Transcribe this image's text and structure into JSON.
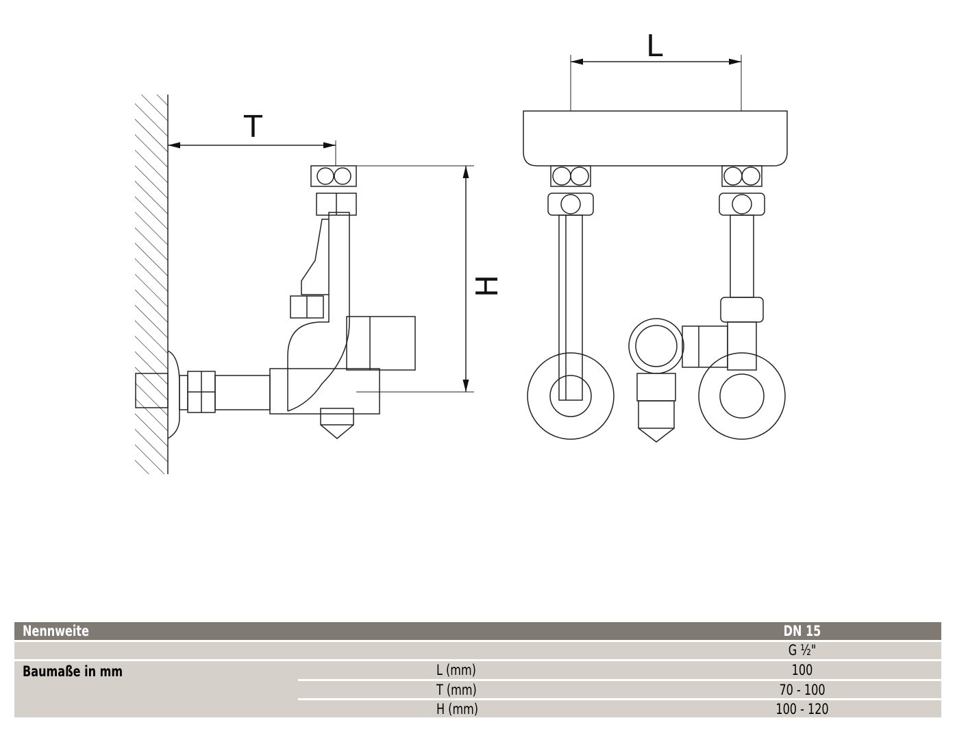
{
  "drawing": {
    "dimension_labels": {
      "T": "T",
      "H": "H",
      "L": "L"
    }
  },
  "table": {
    "header": {
      "label": "Nennweite",
      "value": "DN 15"
    },
    "thread_row": {
      "value": "G ½\""
    },
    "dimensions": {
      "label": "Baumaße in mm",
      "rows": [
        {
          "name": "L (mm)",
          "value": "100"
        },
        {
          "name": "T (mm)",
          "value": "70 - 100"
        },
        {
          "name": "H (mm)",
          "value": "100 - 120"
        }
      ]
    }
  },
  "colors": {
    "header_bg": "#807a75",
    "row_bg": "#d6d0cb"
  }
}
